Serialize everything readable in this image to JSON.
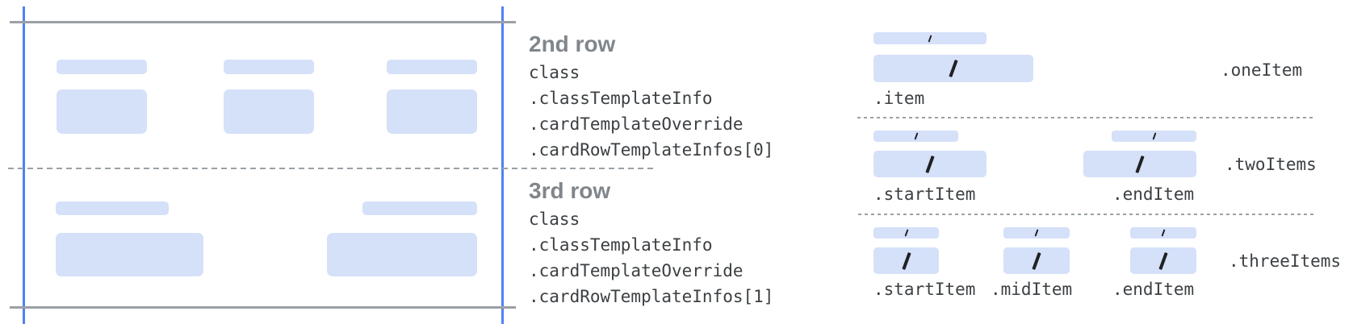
{
  "middle": {
    "row2": {
      "title": "2nd row",
      "lines": [
        "class",
        ".classTemplateInfo",
        ".cardTemplateOverride",
        ".cardRowTemplateInfos[0]"
      ]
    },
    "row3": {
      "title": "3rd row",
      "lines": [
        "class",
        ".classTemplateInfo",
        ".cardTemplateOverride",
        ".cardRowTemplateInfos[1]"
      ]
    }
  },
  "right": {
    "one_item_row": {
      "item_label": ".item",
      "group_label": ".oneItem"
    },
    "two_items_row": {
      "start_label": ".startItem",
      "end_label": ".endItem",
      "group_label": ".twoItems"
    },
    "three_items_row": {
      "start_label": ".startItem",
      "mid_label": ".midItem",
      "end_label": ".endItem",
      "group_label": ".threeItems"
    }
  },
  "colors": {
    "guide_blue": "#4d82f2",
    "placeholder_fill": "#d5e0f9",
    "line_gray": "#9aa0a6",
    "heading_gray": "#80868b",
    "mono_text": "#3c4043",
    "slash_dark": "#202124"
  }
}
